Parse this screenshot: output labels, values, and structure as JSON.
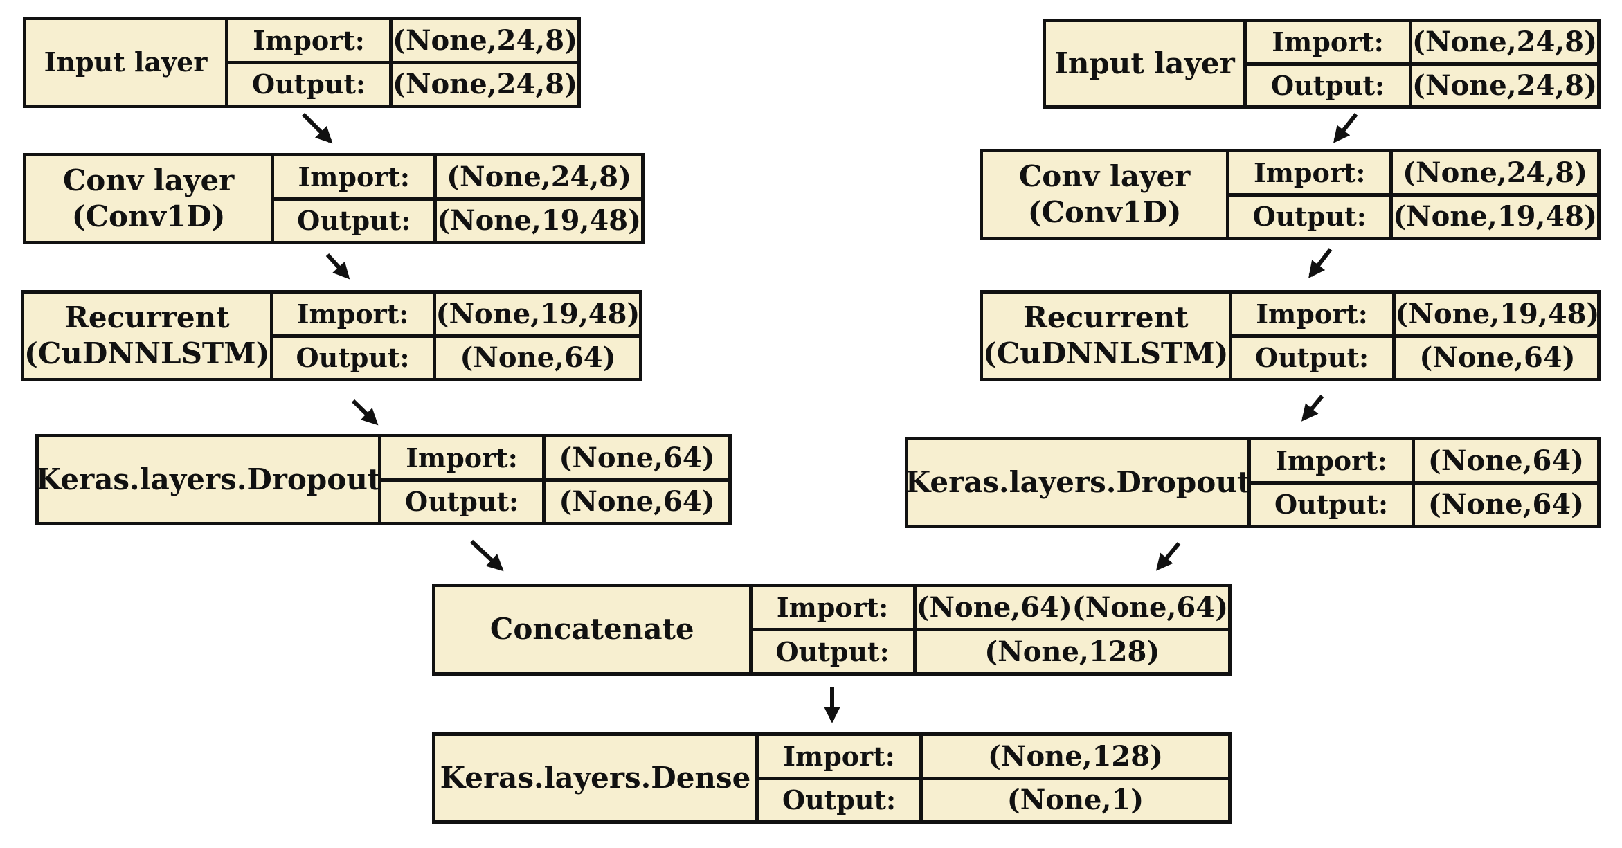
{
  "left_branch": [
    {
      "name": "Input layer",
      "import_label": "Import:",
      "import_value": "(None,24,8)",
      "output_label": "Output:",
      "output_value": "(None,24,8)"
    },
    {
      "name": "Conv layer\n(Conv1D)",
      "import_label": "Import:",
      "import_value": "(None,24,8)",
      "output_label": "Output:",
      "output_value": "(None,19,48)"
    },
    {
      "name": "Recurrent\n(CuDNNLSTM)",
      "import_label": "Import:",
      "import_value": "(None,19,48)",
      "output_label": "Output:",
      "output_value": "(None,64)"
    },
    {
      "name": "Keras.layers.Dropout",
      "import_label": "Import:",
      "import_value": "(None,64)",
      "output_label": "Output:",
      "output_value": "(None,64)"
    }
  ],
  "right_branch": [
    {
      "name": "Input layer",
      "import_label": "Import:",
      "import_value": "(None,24,8)",
      "output_label": "Output:",
      "output_value": "(None,24,8)"
    },
    {
      "name": "Conv layer\n(Conv1D)",
      "import_label": "Import:",
      "import_value": "(None,24,8)",
      "output_label": "Output:",
      "output_value": "(None,19,48)"
    },
    {
      "name": "Recurrent\n(CuDNNLSTM)",
      "import_label": "Import:",
      "import_value": "(None,19,48)",
      "output_label": "Output:",
      "output_value": "(None,64)"
    },
    {
      "name": "Keras.layers.Dropout",
      "import_label": "Import:",
      "import_value": "(None,64)",
      "output_label": "Output:",
      "output_value": "(None,64)"
    }
  ],
  "merge": [
    {
      "name": "Concatenate",
      "import_label": "Import:",
      "import_value": "(None,64)(None,64)",
      "output_label": "Output:",
      "output_value": "(None,128)"
    },
    {
      "name": "Keras.layers.Dense",
      "import_label": "Import:",
      "import_value": "(None,128)",
      "output_label": "Output:",
      "output_value": "(None,1)"
    }
  ],
  "colors": {
    "block_fill": "#f7efd0",
    "border": "#111111"
  }
}
